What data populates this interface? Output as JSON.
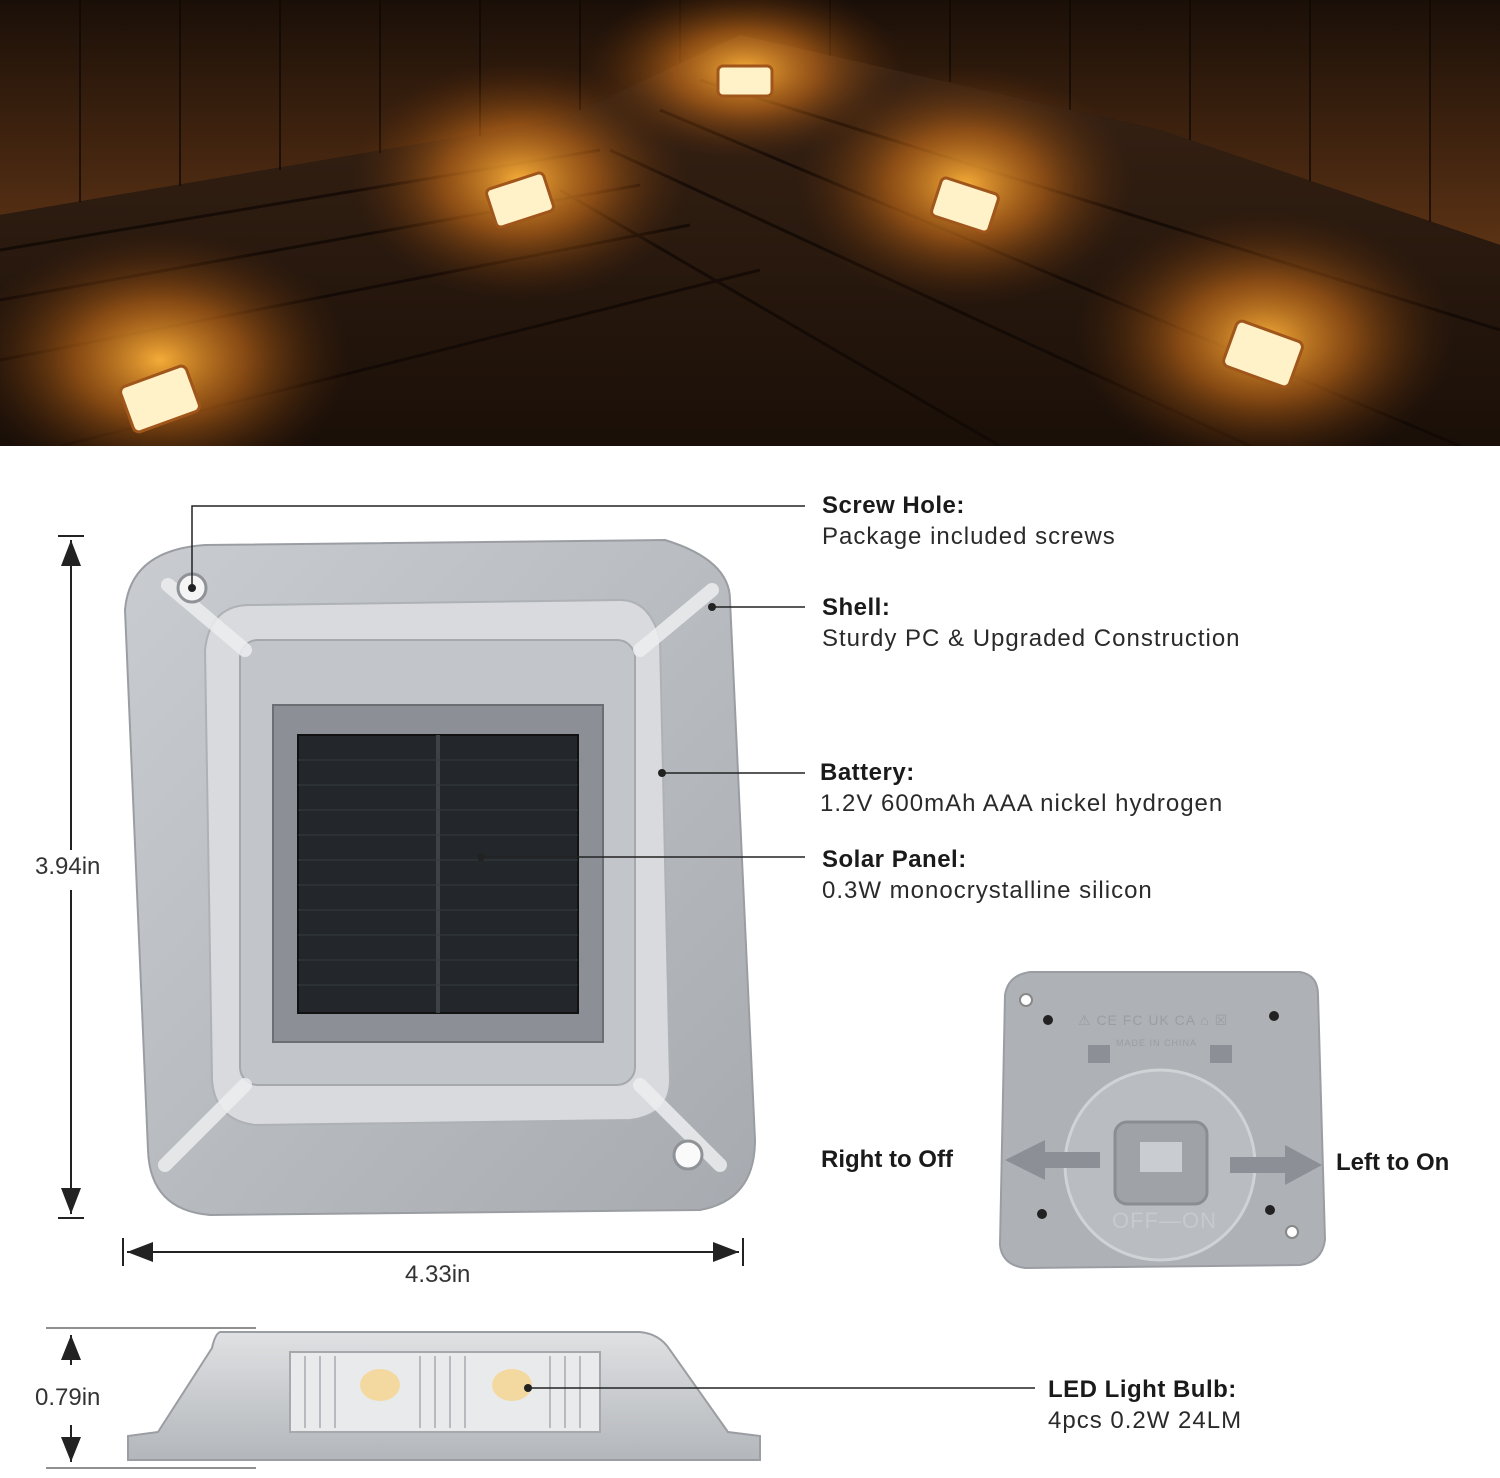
{
  "scene": {
    "kind": "night deck photo with solar step lights",
    "glow_color": "#f5a623",
    "wood_color": "#3a2618"
  },
  "features": [
    {
      "title": "Screw Hole:",
      "desc": "Package included screws"
    },
    {
      "title": "Shell:",
      "desc": "Sturdy PC & Upgraded Construction"
    },
    {
      "title": "Battery:",
      "desc": "1.2V 600mAh AAA nickel hydrogen"
    },
    {
      "title": "Solar Panel:",
      "desc": "0.3W monocrystalline silicon"
    },
    {
      "title": "LED Light Bulb:",
      "desc": "4pcs 0.2W 24LM"
    }
  ],
  "dimensions": {
    "height": "3.94in",
    "width": "4.33in",
    "depth": "0.79in"
  },
  "switch": {
    "off_label": "Right to Off",
    "on_label": "Left to On",
    "switch_text": "OFF—ON",
    "made_in": "MADE IN CHINA",
    "marks": "⚠ CE FC UK CA ⌂ ☒"
  },
  "colors": {
    "housing": "#b9bcc0",
    "housing_light": "#d8dadd",
    "panel": "#22262b",
    "leader": "#222222"
  }
}
